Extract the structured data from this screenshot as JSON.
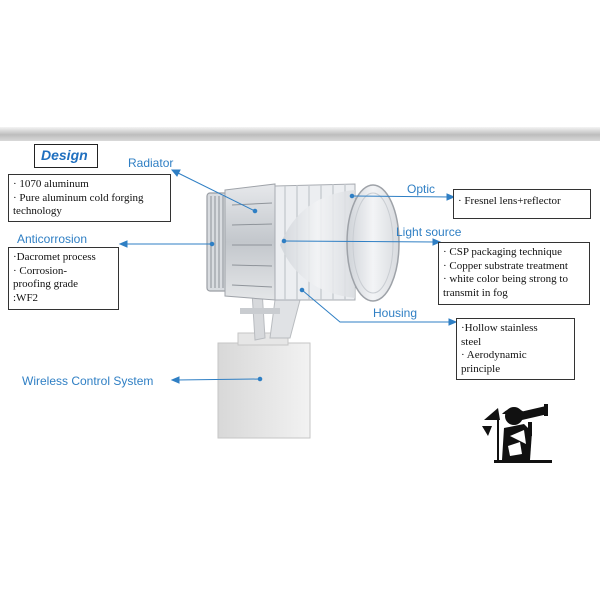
{
  "title": "Design",
  "labels": {
    "radiator": "Radiator",
    "optic": "Optic",
    "anticorrosion": "Anticorrosion",
    "light_source": "Light source",
    "housing": "Housing",
    "wireless": "Wireless Control System"
  },
  "radiator_box": [
    "· 1070 aluminum",
    "· Pure aluminum cold forging\ntechnology"
  ],
  "optic_box": [
    "· Fresnel lens+reflector"
  ],
  "anticorrosion_box": [
    "·Dacromet process",
    "· Corrosion-\nproofing grade",
    ":WF2"
  ],
  "light_source_box": [
    "· CSP packaging technique",
    "· Copper substrate treatment",
    "· white color being strong to\ntransmit in fog"
  ],
  "housing_box": [
    "·Hollow stainless\nsteel",
    "· Aerodynamic\nprinciple"
  ],
  "colors": {
    "accent": "#2f7fc4",
    "title": "#1f6fbf"
  },
  "icons": [
    "floodlight-product-image",
    "watchman-telescope-icon"
  ]
}
